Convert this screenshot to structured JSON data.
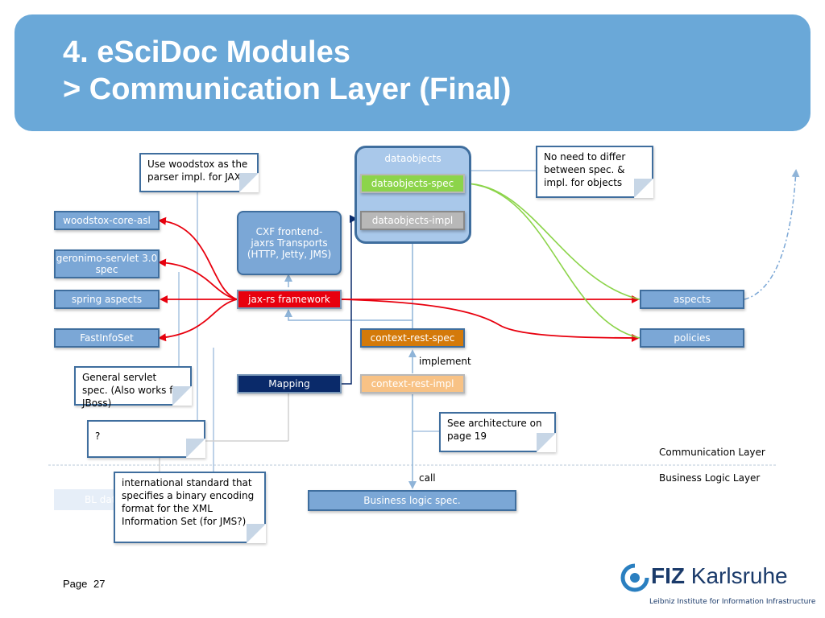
{
  "slide": {
    "title_line1": "4. eSciDoc Modules",
    "title_line2": "> Communication Layer (Final)",
    "page_label": "Page",
    "page_number": "27"
  },
  "colors": {
    "header": "#6aa8d8",
    "box": "#7ba7d6",
    "red": "#e8000e",
    "green": "#8cd44a",
    "orange": "#d47a0a",
    "light_orange": "#f8c285",
    "navy": "#0a2a6a",
    "grey": "#b8b8b8"
  },
  "boxes": {
    "woodstox": "woodstox-core-asl",
    "geronimo": "geronimo-servlet 3.0 spec",
    "spring": "spring aspects",
    "fastinfoset": "FastInfoSet",
    "cxf": "CXF frontend-jaxrs Transports (HTTP, Jetty, JMS)",
    "jaxrs": "jax-rs framework",
    "mapping": "Mapping",
    "dataobjects_group": "dataobjects",
    "dataobjects_spec": "dataobjects-spec",
    "dataobjects_impl": "dataobjects-impl",
    "context_spec": "context-rest-spec",
    "context_impl": "context-rest-impl",
    "aspects": "aspects",
    "policies": "policies",
    "business_logic": "Business logic spec.",
    "bl_hidden": "BL dat"
  },
  "notes": {
    "woodstox_note": "Use woodstox as the parser impl. for JAXB",
    "no_need_note": "No need to differ between spec. & impl. for objects",
    "servlet_note": "General servlet spec. (Also works for JBoss)",
    "question_note": "?",
    "architecture_note": "See architecture on page 19",
    "fastinfoset_note": "international standard that specifies a binary encoding format for the XML Information Set (for JMS?)"
  },
  "labels": {
    "implement": "implement",
    "call": "call",
    "communication_layer": "Communication Layer",
    "business_logic_layer": "Business Logic Layer"
  },
  "logo": {
    "name_bold": "FIZ",
    "name_rest": " Karlsruhe",
    "subtitle": "Leibniz Institute for Information Infrastructure"
  }
}
